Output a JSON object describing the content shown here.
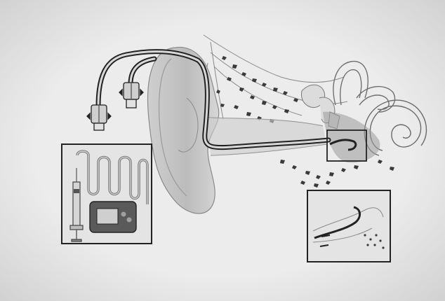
{
  "figure": {
    "kind": "pencil-sketch",
    "subject": "ear-anatomy-with-catheter-delivery-system",
    "colors": {
      "paper": "#e9e9e9",
      "paper_edge": "#d3d3d3",
      "pencil_dark": "#2a2a2a",
      "pencil_mid": "#6b6b6b",
      "pencil_light": "#a5a5a5",
      "shading": "#bdbdbd"
    },
    "panels": [
      {
        "name": "pump-syringe-inset"
      },
      {
        "name": "round-window-magnified-inset"
      }
    ],
    "pump_display": {
      "text": ""
    }
  }
}
